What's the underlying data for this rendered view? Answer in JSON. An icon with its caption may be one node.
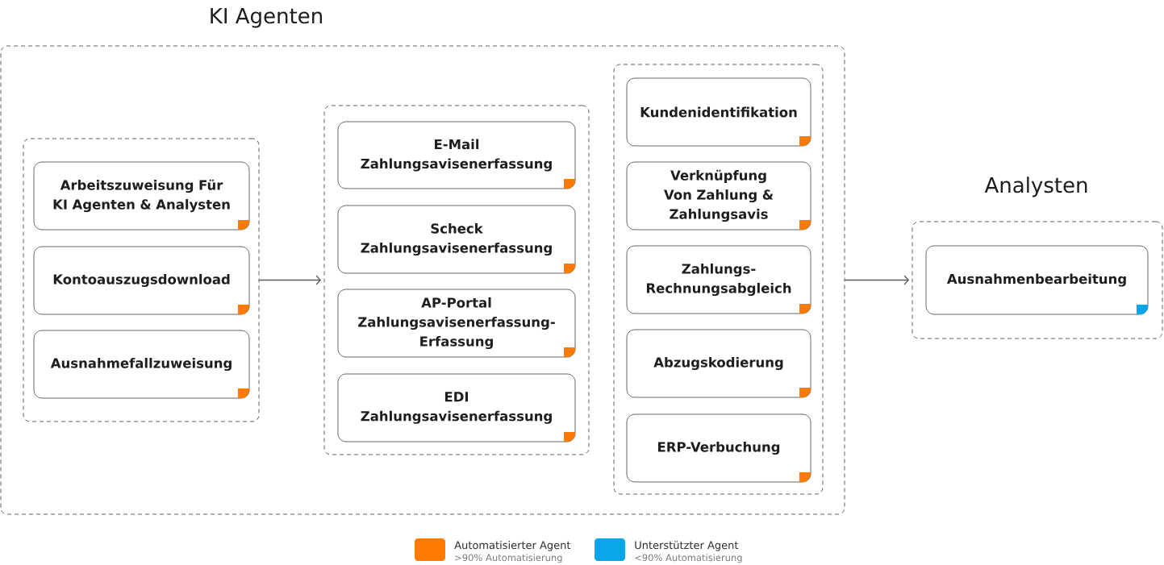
{
  "diagram": {
    "nodes": [
      {
        "text": [
          "KI Agenten"
        ]
      },
      {
        "text": [],
        "shape": "box",
        "in": 0
      },
      {
        "text": [
          "Arbeitszuweisung Für KI Agenten & Analysten"
        ],
        "in": 1
      },
      {
        "text": [
          "Kontoauszugsdownload"
        ],
        "in": 1
      },
      {
        "text": [
          "Ausnahmefallzuweisung"
        ],
        "in": 1
      },
      {
        "text": [],
        "shape": "box",
        "in": 0
      },
      {
        "text": [
          "E-Mail Zahlungsavisenerfassung"
        ],
        "in": 5
      },
      {
        "text": [
          "Scheck Zahlungsavisenerfassung"
        ],
        "in": 5
      },
      {
        "text": [
          "AP-Portal Zahlungsavisenerfassung- Erfassung"
        ],
        "in": 5
      },
      {
        "text": [
          "EDI Zahlungsavisenerfassung"
        ],
        "in": 5
      },
      {
        "text": [],
        "shape": "box",
        "in": 0
      },
      {
        "text": [
          "Kundenidentifikation"
        ],
        "in": 10
      },
      {
        "text": [
          "Verknüpfung Von Zahlung & Zahlungsavis"
        ],
        "in": 10
      },
      {
        "text": [
          "Zahlungs- Rechnungsabgleich"
        ],
        "in": 10
      },
      {
        "text": [
          "Abzugskodierung"
        ],
        "in": 10
      },
      {
        "text": [
          "ERP-Verbuchung"
        ],
        "in": 10
      },
      {
        "text": [
          "Analysten"
        ]
      },
      {
        "text": [
          "Ausnahmenbearbeitung"
        ],
        "in": 16
      }
    ],
    "edges": [
      {
        "from": 1,
        "to": 5,
        "arrow": "to"
      },
      {
        "from": 0,
        "to": 16,
        "arrow": "to"
      }
    ],
    "labels": [
      ">90% Automatisierung",
      "<90% Automatisierung"
    ],
    "legend": [
      {
        "text": "Automatisierter Agent",
        "color": "#ff7a00"
      },
      {
        "text": "Unterstützter Agent",
        "color": "#0ba5ec"
      }
    ]
  }
}
